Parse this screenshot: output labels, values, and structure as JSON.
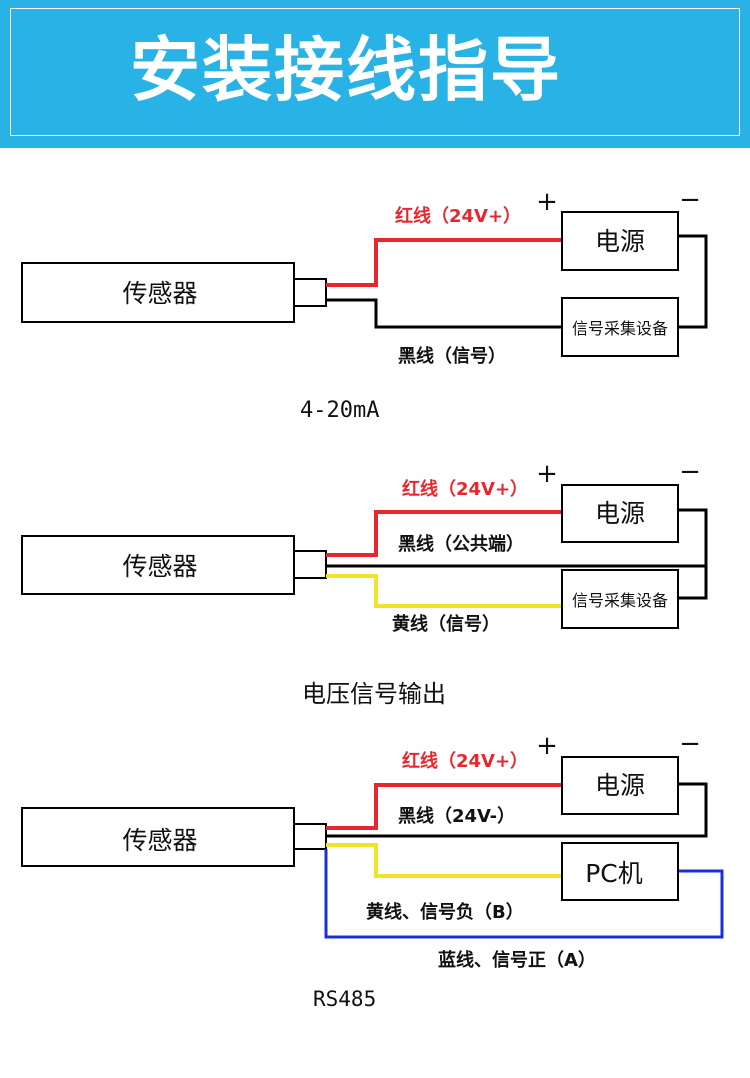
{
  "header": {
    "title": "安装接线指导"
  },
  "colors": {
    "banner": "#29b2e6",
    "red_wire": "#e8262e",
    "black_wire": "#000000",
    "yellow_wire": "#f0e32a",
    "blue_wire": "#1b2fd8"
  },
  "common": {
    "sensor": "传感器",
    "plus": "+",
    "minus": "−",
    "power": "电源",
    "collector": "信号采集设备",
    "red_label": "红线（24V+）"
  },
  "diagram_4_20": {
    "black_label": "黑线（信号）",
    "caption": "4-20mA"
  },
  "diagram_voltage": {
    "black_label": "黑线（公共端）",
    "yellow_label": "黄线（信号）",
    "caption": "电压信号输出"
  },
  "diagram_rs485": {
    "black_label": "黑线（24V-）",
    "pc": "PC机",
    "yellow_label": "黄线、信号负（B）",
    "blue_label": "蓝线、信号正（A）",
    "caption": "RS485"
  }
}
